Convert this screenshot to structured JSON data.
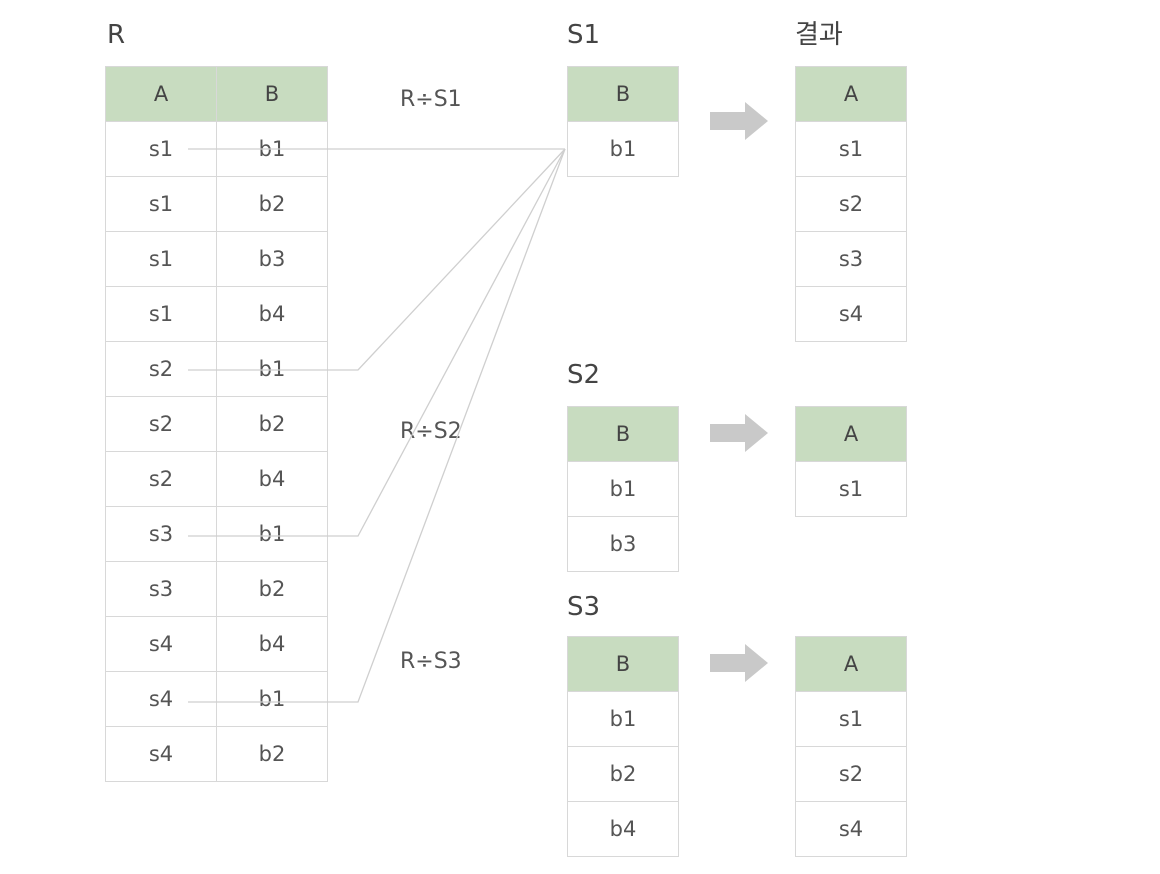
{
  "R": {
    "title": "R",
    "headers": [
      "A",
      "B"
    ],
    "rows": [
      [
        "s1",
        "b1"
      ],
      [
        "s1",
        "b2"
      ],
      [
        "s1",
        "b3"
      ],
      [
        "s1",
        "b4"
      ],
      [
        "s2",
        "b1"
      ],
      [
        "s2",
        "b2"
      ],
      [
        "s2",
        "b4"
      ],
      [
        "s3",
        "b1"
      ],
      [
        "s3",
        "b2"
      ],
      [
        "s4",
        "b4"
      ],
      [
        "s4",
        "b1"
      ],
      [
        "s4",
        "b2"
      ]
    ]
  },
  "operations": [
    "R÷S1",
    "R÷S2",
    "R÷S3"
  ],
  "S1": {
    "title": "S1",
    "header": "B",
    "rows": [
      "b1"
    ]
  },
  "S2": {
    "title": "S2",
    "header": "B",
    "rows": [
      "b1",
      "b3"
    ]
  },
  "S3": {
    "title": "S3",
    "header": "B",
    "rows": [
      "b1",
      "b2",
      "b4"
    ]
  },
  "result_title": "결과",
  "result1": {
    "header": "A",
    "rows": [
      "s1",
      "s2",
      "s3",
      "s4"
    ]
  },
  "result2": {
    "header": "A",
    "rows": [
      "s1"
    ]
  },
  "result3": {
    "header": "A",
    "rows": [
      "s1",
      "s2",
      "s4"
    ]
  },
  "colors": {
    "header_bg": "#c8dcc0",
    "border": "#d8d8d8",
    "arrow": "#c9c9c9",
    "line": "#cfcfcf"
  }
}
